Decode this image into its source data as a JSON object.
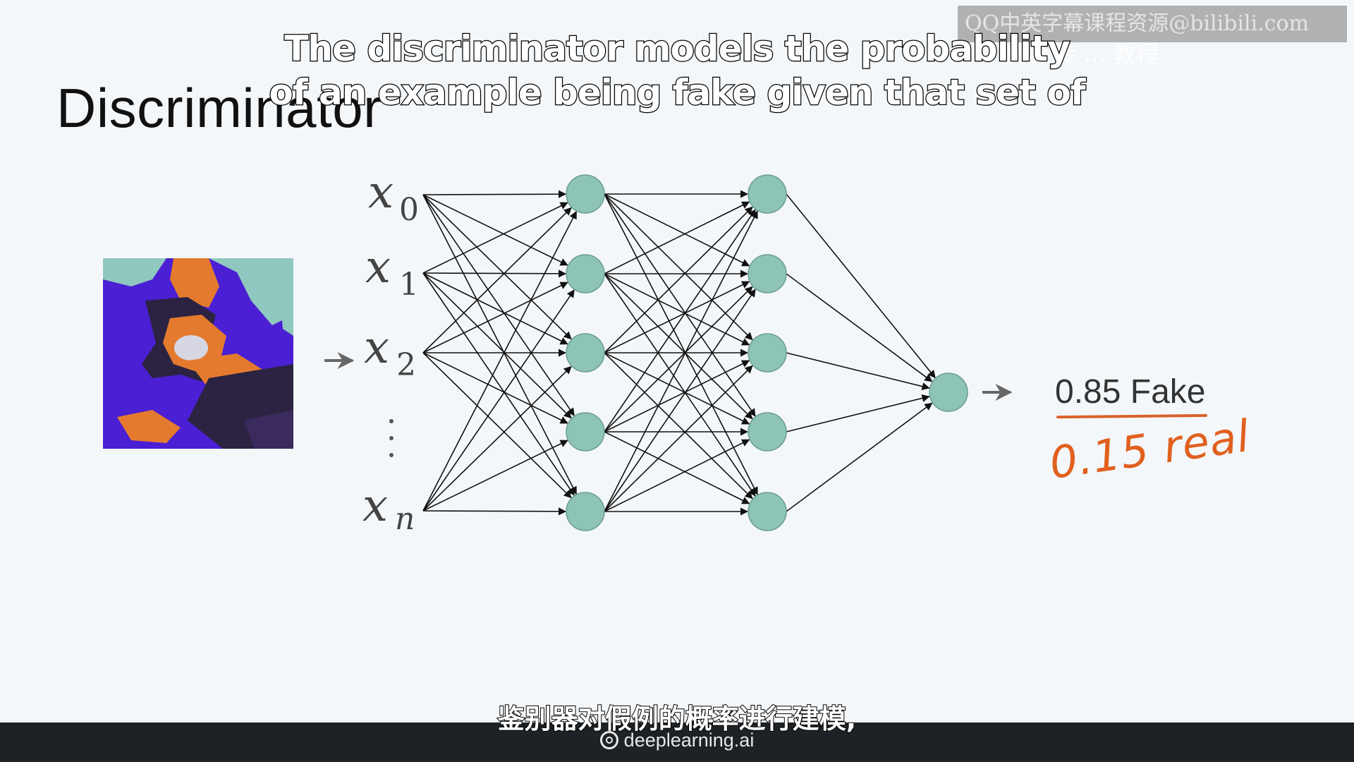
{
  "slide": {
    "title": "Discriminator"
  },
  "subtitles": {
    "english_line1": "The discriminator models the probability",
    "english_line2": "of an example being fake given that set of",
    "chinese": "鉴别器对假例的概率进行建模,"
  },
  "watermark": {
    "text": "QQ中英字幕课程资源@bilibili.com",
    "sub": "机 上传 … 教程"
  },
  "inputs": [
    {
      "var": "x",
      "sub": "0"
    },
    {
      "var": "x",
      "sub": "1"
    },
    {
      "var": "x",
      "sub": "2"
    },
    {
      "var": "x",
      "sub": "n"
    }
  ],
  "network": {
    "layers": [
      5,
      5,
      1
    ],
    "node_color": "#8ec4b8"
  },
  "result": {
    "fake": "0.85 Fake",
    "real": "0.15 real",
    "annotation_color": "#e0601e"
  },
  "footer": {
    "brand": "deeplearning.ai"
  }
}
